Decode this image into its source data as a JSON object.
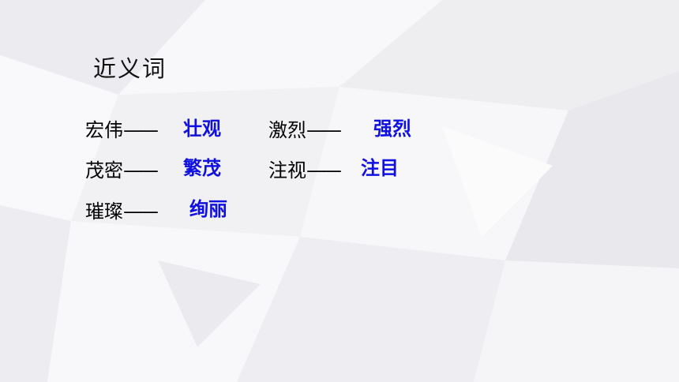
{
  "slide": {
    "title": "近义词",
    "pairs": [
      {
        "word": "宏伟",
        "dash": "——",
        "synonym": "壮观"
      },
      {
        "word": "激烈",
        "dash": "——",
        "synonym": "强烈"
      },
      {
        "word": "茂密",
        "dash": "——",
        "synonym": "繁茂"
      },
      {
        "word": "注视",
        "dash": "——",
        "synonym": "注目"
      },
      {
        "word": "璀璨",
        "dash": "——",
        "synonym": "绚丽"
      }
    ]
  }
}
